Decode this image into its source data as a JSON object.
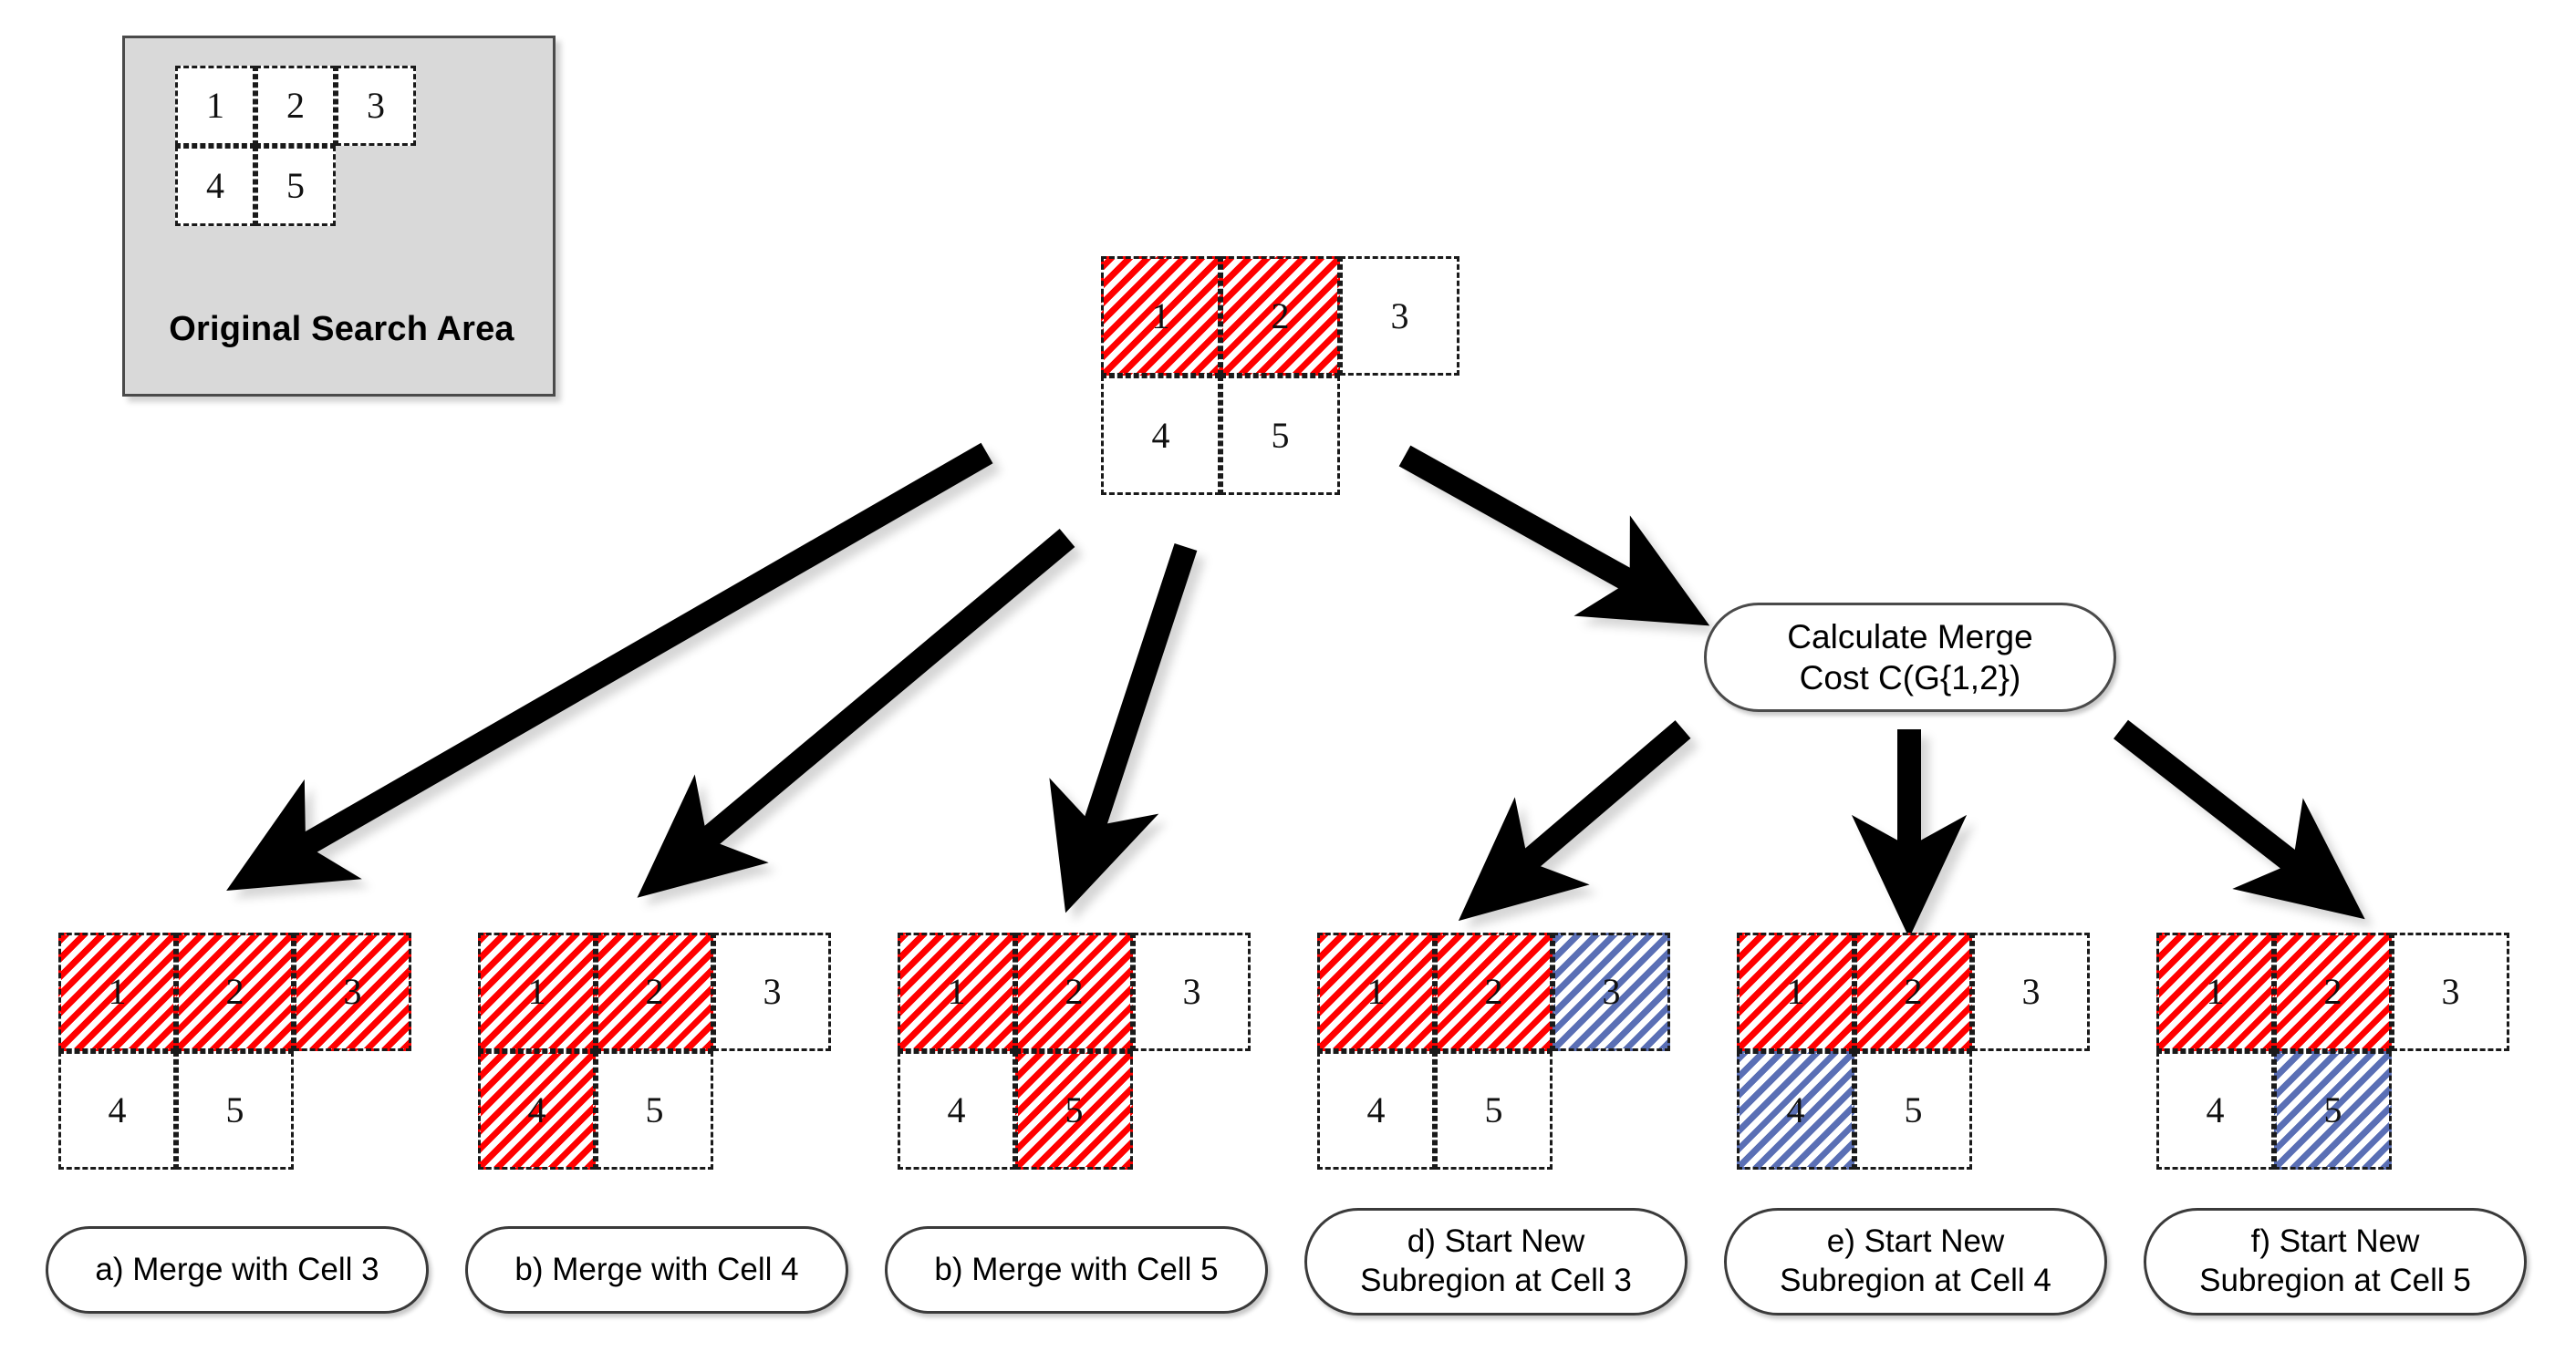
{
  "diagram": {
    "title_visible": false,
    "colors": {
      "merged_region_hatch": "#ff0000",
      "new_subregion_hatch": "#5a6fb5",
      "panel_background": "#d9d9d9",
      "cell_border": "#1a1a1a",
      "arrow": "#000000"
    }
  },
  "original_panel": {
    "caption": "Original Search Area",
    "cells": [
      {
        "id": "1",
        "label": "1",
        "row": 0,
        "col": 0,
        "fill": "none"
      },
      {
        "id": "2",
        "label": "2",
        "row": 0,
        "col": 1,
        "fill": "none"
      },
      {
        "id": "3",
        "label": "3",
        "row": 0,
        "col": 2,
        "fill": "none"
      },
      {
        "id": "4",
        "label": "4",
        "row": 1,
        "col": 0,
        "fill": "none"
      },
      {
        "id": "5",
        "label": "5",
        "row": 1,
        "col": 1,
        "fill": "none"
      }
    ]
  },
  "source_state": {
    "cells": [
      {
        "id": "1",
        "label": "1",
        "row": 0,
        "col": 0,
        "fill": "red"
      },
      {
        "id": "2",
        "label": "2",
        "row": 0,
        "col": 1,
        "fill": "red"
      },
      {
        "id": "3",
        "label": "3",
        "row": 0,
        "col": 2,
        "fill": "none"
      },
      {
        "id": "4",
        "label": "4",
        "row": 1,
        "col": 0,
        "fill": "none"
      },
      {
        "id": "5",
        "label": "5",
        "row": 1,
        "col": 1,
        "fill": "none"
      }
    ]
  },
  "merge_cost_node": {
    "line1": "Calculate Merge",
    "line2": "Cost C(G{1,2})"
  },
  "options": [
    {
      "key": "a",
      "caption": "a) Merge with Cell 3",
      "cells": [
        {
          "id": "1",
          "label": "1",
          "row": 0,
          "col": 0,
          "fill": "red"
        },
        {
          "id": "2",
          "label": "2",
          "row": 0,
          "col": 1,
          "fill": "red"
        },
        {
          "id": "3",
          "label": "3",
          "row": 0,
          "col": 2,
          "fill": "red"
        },
        {
          "id": "4",
          "label": "4",
          "row": 1,
          "col": 0,
          "fill": "none"
        },
        {
          "id": "5",
          "label": "5",
          "row": 1,
          "col": 1,
          "fill": "none"
        }
      ]
    },
    {
      "key": "b",
      "caption": "b) Merge with Cell 4",
      "cells": [
        {
          "id": "1",
          "label": "1",
          "row": 0,
          "col": 0,
          "fill": "red"
        },
        {
          "id": "2",
          "label": "2",
          "row": 0,
          "col": 1,
          "fill": "red"
        },
        {
          "id": "3",
          "label": "3",
          "row": 0,
          "col": 2,
          "fill": "none"
        },
        {
          "id": "4",
          "label": "4",
          "row": 1,
          "col": 0,
          "fill": "red"
        },
        {
          "id": "5",
          "label": "5",
          "row": 1,
          "col": 1,
          "fill": "none"
        }
      ]
    },
    {
      "key": "c",
      "caption": "b) Merge with Cell 5",
      "cells": [
        {
          "id": "1",
          "label": "1",
          "row": 0,
          "col": 0,
          "fill": "red"
        },
        {
          "id": "2",
          "label": "2",
          "row": 0,
          "col": 1,
          "fill": "red"
        },
        {
          "id": "3",
          "label": "3",
          "row": 0,
          "col": 2,
          "fill": "none"
        },
        {
          "id": "4",
          "label": "4",
          "row": 1,
          "col": 0,
          "fill": "none"
        },
        {
          "id": "5",
          "label": "5",
          "row": 1,
          "col": 1,
          "fill": "red"
        }
      ]
    },
    {
      "key": "d",
      "caption_line1": "d) Start New",
      "caption_line2": "Subregion at Cell 3",
      "cells": [
        {
          "id": "1",
          "label": "1",
          "row": 0,
          "col": 0,
          "fill": "red"
        },
        {
          "id": "2",
          "label": "2",
          "row": 0,
          "col": 1,
          "fill": "red"
        },
        {
          "id": "3",
          "label": "3",
          "row": 0,
          "col": 2,
          "fill": "blue"
        },
        {
          "id": "4",
          "label": "4",
          "row": 1,
          "col": 0,
          "fill": "none"
        },
        {
          "id": "5",
          "label": "5",
          "row": 1,
          "col": 1,
          "fill": "none"
        }
      ]
    },
    {
      "key": "e",
      "caption_line1": "e) Start New",
      "caption_line2": "Subregion at Cell 4",
      "cells": [
        {
          "id": "1",
          "label": "1",
          "row": 0,
          "col": 0,
          "fill": "red"
        },
        {
          "id": "2",
          "label": "2",
          "row": 0,
          "col": 1,
          "fill": "red"
        },
        {
          "id": "3",
          "label": "3",
          "row": 0,
          "col": 2,
          "fill": "none"
        },
        {
          "id": "4",
          "label": "4",
          "row": 1,
          "col": 0,
          "fill": "blue"
        },
        {
          "id": "5",
          "label": "5",
          "row": 1,
          "col": 1,
          "fill": "none"
        }
      ]
    },
    {
      "key": "f",
      "caption_line1": "f) Start New",
      "caption_line2": "Subregion at Cell 5",
      "cells": [
        {
          "id": "1",
          "label": "1",
          "row": 0,
          "col": 0,
          "fill": "red"
        },
        {
          "id": "2",
          "label": "2",
          "row": 0,
          "col": 1,
          "fill": "red"
        },
        {
          "id": "3",
          "label": "3",
          "row": 0,
          "col": 2,
          "fill": "none"
        },
        {
          "id": "4",
          "label": "4",
          "row": 1,
          "col": 0,
          "fill": "none"
        },
        {
          "id": "5",
          "label": "5",
          "row": 1,
          "col": 1,
          "fill": "blue"
        }
      ]
    }
  ]
}
